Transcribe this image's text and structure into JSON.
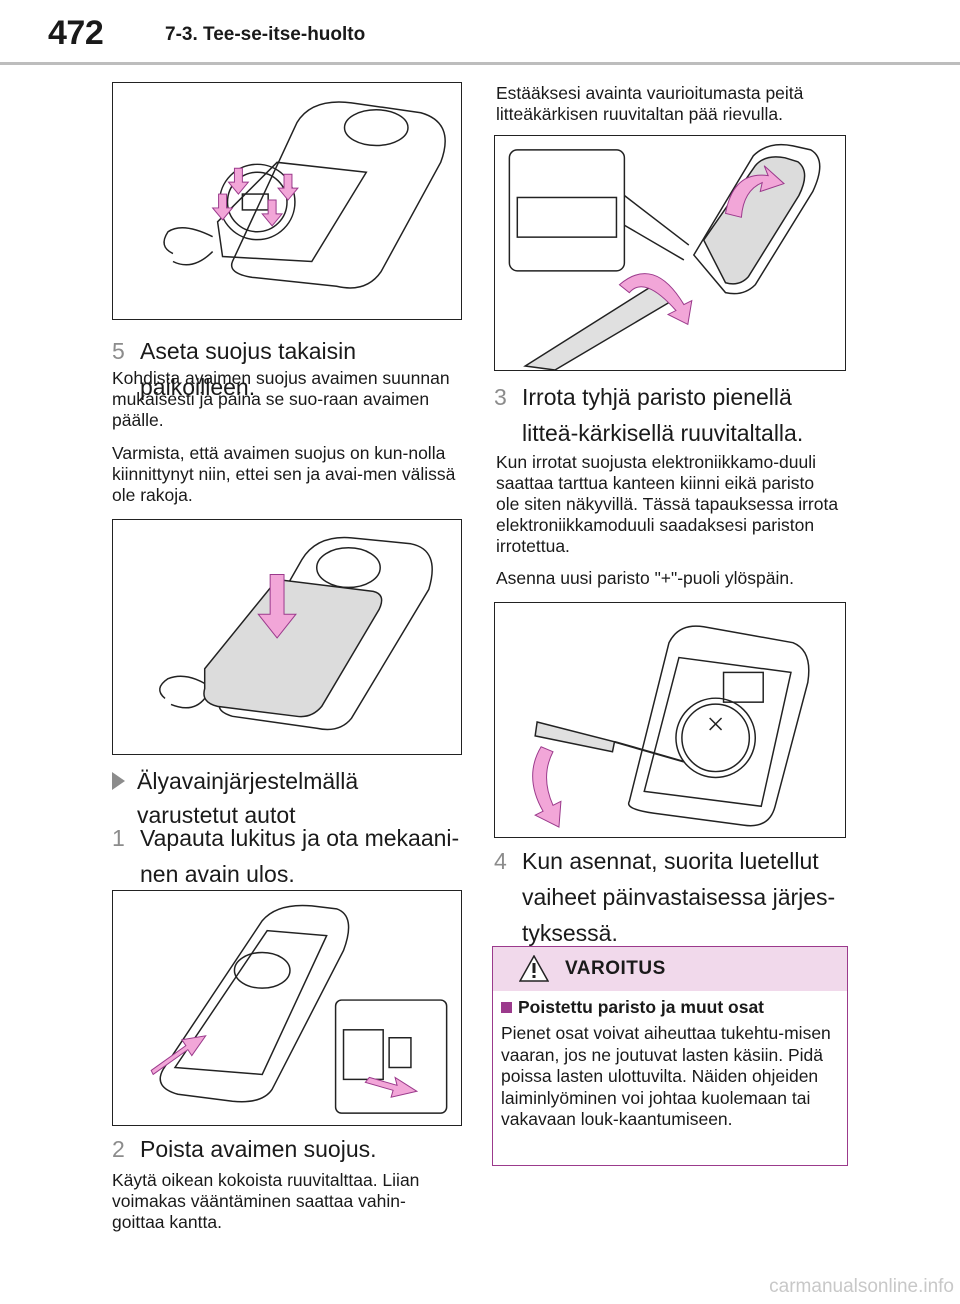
{
  "header": {
    "page_number": "472",
    "section": "7-3. Tee-se-itse-huolto"
  },
  "left": {
    "step5": {
      "num": "5",
      "text": "Aseta suojus takaisin paikoilleen."
    },
    "p1": "Kohdista avaimen suojus avaimen suunnan mukaisesti ja paina se suo-raan avaimen päälle.",
    "p2": "Varmista, että avaimen suojus on kun-nolla kiinnittynyt niin, ettei sen ja avai-men välissä ole rakoja.",
    "subhead": "Älyavainjärjestelmällä varustetut autot",
    "step1": {
      "num": "1",
      "text": "Vapauta lukitus ja ota mekaani-nen avain ulos."
    },
    "step2": {
      "num": "2",
      "text": "Poista avaimen suojus."
    },
    "p3": "Käytä oikean kokoista ruuvitalttaa. Liian voimakas vääntäminen saattaa vahin-goittaa kantta."
  },
  "right": {
    "p0": "Estääksesi avainta vaurioitumasta peitä litteäkärkisen ruuvitaltan pää rievulla.",
    "step3": {
      "num": "3",
      "text": "Irrota tyhjä paristo pienellä litteä-kärkisellä ruuvitaltalla."
    },
    "p4": "Kun irrotat suojusta elektroniikkamo-duuli saattaa tarttua kanteen kiinni eikä paristo ole siten näkyvillä. Tässä tapauksessa irrota elektroniikkamoduuli saadaksesi pariston irrotettua.",
    "p5": "Asenna uusi paristo \"+\"-puoli ylöspäin.",
    "step4": {
      "num": "4",
      "text": "Kun asennat, suorita luetellut vaiheet päinvastaisessa järjes-tyksessä."
    }
  },
  "warning": {
    "label": "VAROITUS",
    "subhead": "Poistettu paristo ja muut osat",
    "text": "Pienet osat voivat aiheuttaa tukehtu-misen vaaran, jos ne joutuvat lasten käsiin. Pidä poissa lasten ulottuvilta. Näiden ohjeiden laiminlyöminen voi johtaa kuolemaan tai vakavaan louk-kaantumiseen.",
    "accent": "#9b3a8c",
    "head_bg": "#f1d9eb"
  },
  "watermark": "carmanualsonline.info",
  "colors": {
    "arrow_pink": "#f2a6d8",
    "rule": "#bdbdbd"
  }
}
